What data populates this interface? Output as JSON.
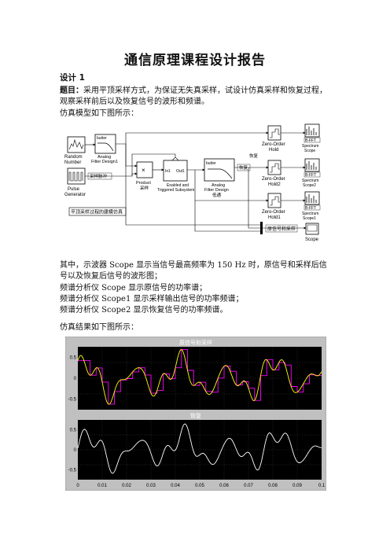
{
  "title": "通信原理课程设计报告",
  "section": "设计 1",
  "topic_label": "题目：",
  "topic_text": "采用平顶采样方式，为保证无失真采样，试设计仿真采样和恢复过程，观察采样前后以及恢复信号的波形和频谱。",
  "model_intro": "仿真模型如下图所示：",
  "explanation": [
    "其中，示波器 Scope 显示当信号最高频率为 150 Hz 时，原信号和采样后信号以及恢复后信号的波形图；",
    "频谱分析仪 Scope 显示原信号的功率谱；",
    "频谱分析仪 Scope1 显示采样输出信号的功率频谱；",
    "频谱分析仪 Scope2 显示恢复信号的功率频谱。"
  ],
  "result_intro": "仿真结果如下图所示：",
  "diagram": {
    "random": "Random",
    "number": "Number",
    "pulse": "Pulse",
    "generator": "Generator",
    "butter": "butter",
    "analog": "Analog",
    "filter_design1": "Filter Design1",
    "sample_freq": "采样脉冲",
    "product": "Product",
    "sampling": "采样",
    "in1": "In1",
    "out1": "Out1",
    "enabled": "Enabled and",
    "triggered": "Triggered Subsystem",
    "butter2": "butter",
    "analog2": "Analog",
    "filter_design": "Filter Design",
    "lowpass": "低通",
    "recover": "恢复",
    "recover2": "恢复",
    "zoh": "Zero-Order",
    "hold": "Hold",
    "zoh2": "Zero-Order",
    "hold2": "Hold2",
    "zoh1": "Zero-Order",
    "hold1": "Hold1",
    "bfft": "B-FFT",
    "spectrum": "Spectrum",
    "scope": "Scope",
    "bfft2": "B-FFT",
    "spectrum2": "Spectrum",
    "scope2": "Scope2",
    "bfft1": "B-FFT",
    "spectrum1": "Spectrum",
    "scope1": "Scope1",
    "mux_label": "原信号和采样",
    "scope_main": "Scope",
    "mux_annot": "平顶采样过程的建模仿真"
  },
  "plot": {
    "top_title": "原信号和采样",
    "bottom_title": "恢复",
    "y_ticks": [
      "0.5",
      "0",
      "-0.5"
    ],
    "x_ticks": [
      "0",
      "0.01",
      "0.02",
      "0.03",
      "0.04",
      "0.05",
      "0.06",
      "0.07",
      "0.08",
      "0.09",
      "0.1"
    ],
    "colors": {
      "background": "#000000",
      "frame": "#c0c0c0",
      "signal": "#ffff00",
      "sampled": "#ff00ff",
      "recovered": "#ffffff"
    }
  }
}
